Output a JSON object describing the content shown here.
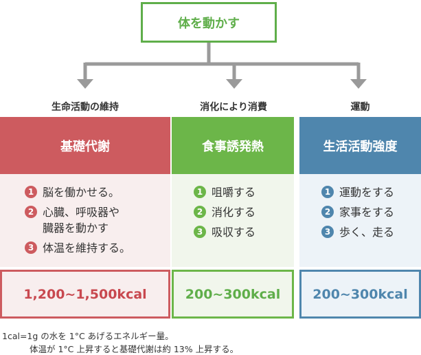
{
  "top": {
    "label": "体を動かす"
  },
  "columns": [
    {
      "category": "生命活動の維持",
      "header": "基礎代謝",
      "items": [
        "脳を働かせる。",
        "心臓、呼吸器や\n臓器を動かす",
        "体温を維持する。"
      ],
      "kcal": "1,200~1,500kcal",
      "colors": {
        "header": "#cd5b5f",
        "body": "#f8eeee",
        "text": "#c8484f",
        "badge": "#cd5b5f"
      }
    },
    {
      "category": "消化により消費",
      "header": "食事誘発熱",
      "items": [
        "咀嚼する",
        "消化する",
        "吸収する"
      ],
      "kcal": "200~300kcal",
      "colors": {
        "header": "#6cb649",
        "body": "#f1f6ec",
        "text": "#5fae4a",
        "badge": "#6cb649"
      }
    },
    {
      "category": "運動",
      "header": "生活活動強度",
      "items": [
        "運動をする",
        "家事をする",
        "歩く、走る"
      ],
      "kcal": "200~300kcal",
      "colors": {
        "header": "#4f86ad",
        "body": "#edf3f8",
        "text": "#4f86ad",
        "badge": "#4f86ad"
      }
    }
  ],
  "notes": [
    "1cal=1g の水を 1°C あげるエネルギー量。",
    "体温が 1°C 上昇すると基礎代謝は約 13% 上昇する。"
  ]
}
